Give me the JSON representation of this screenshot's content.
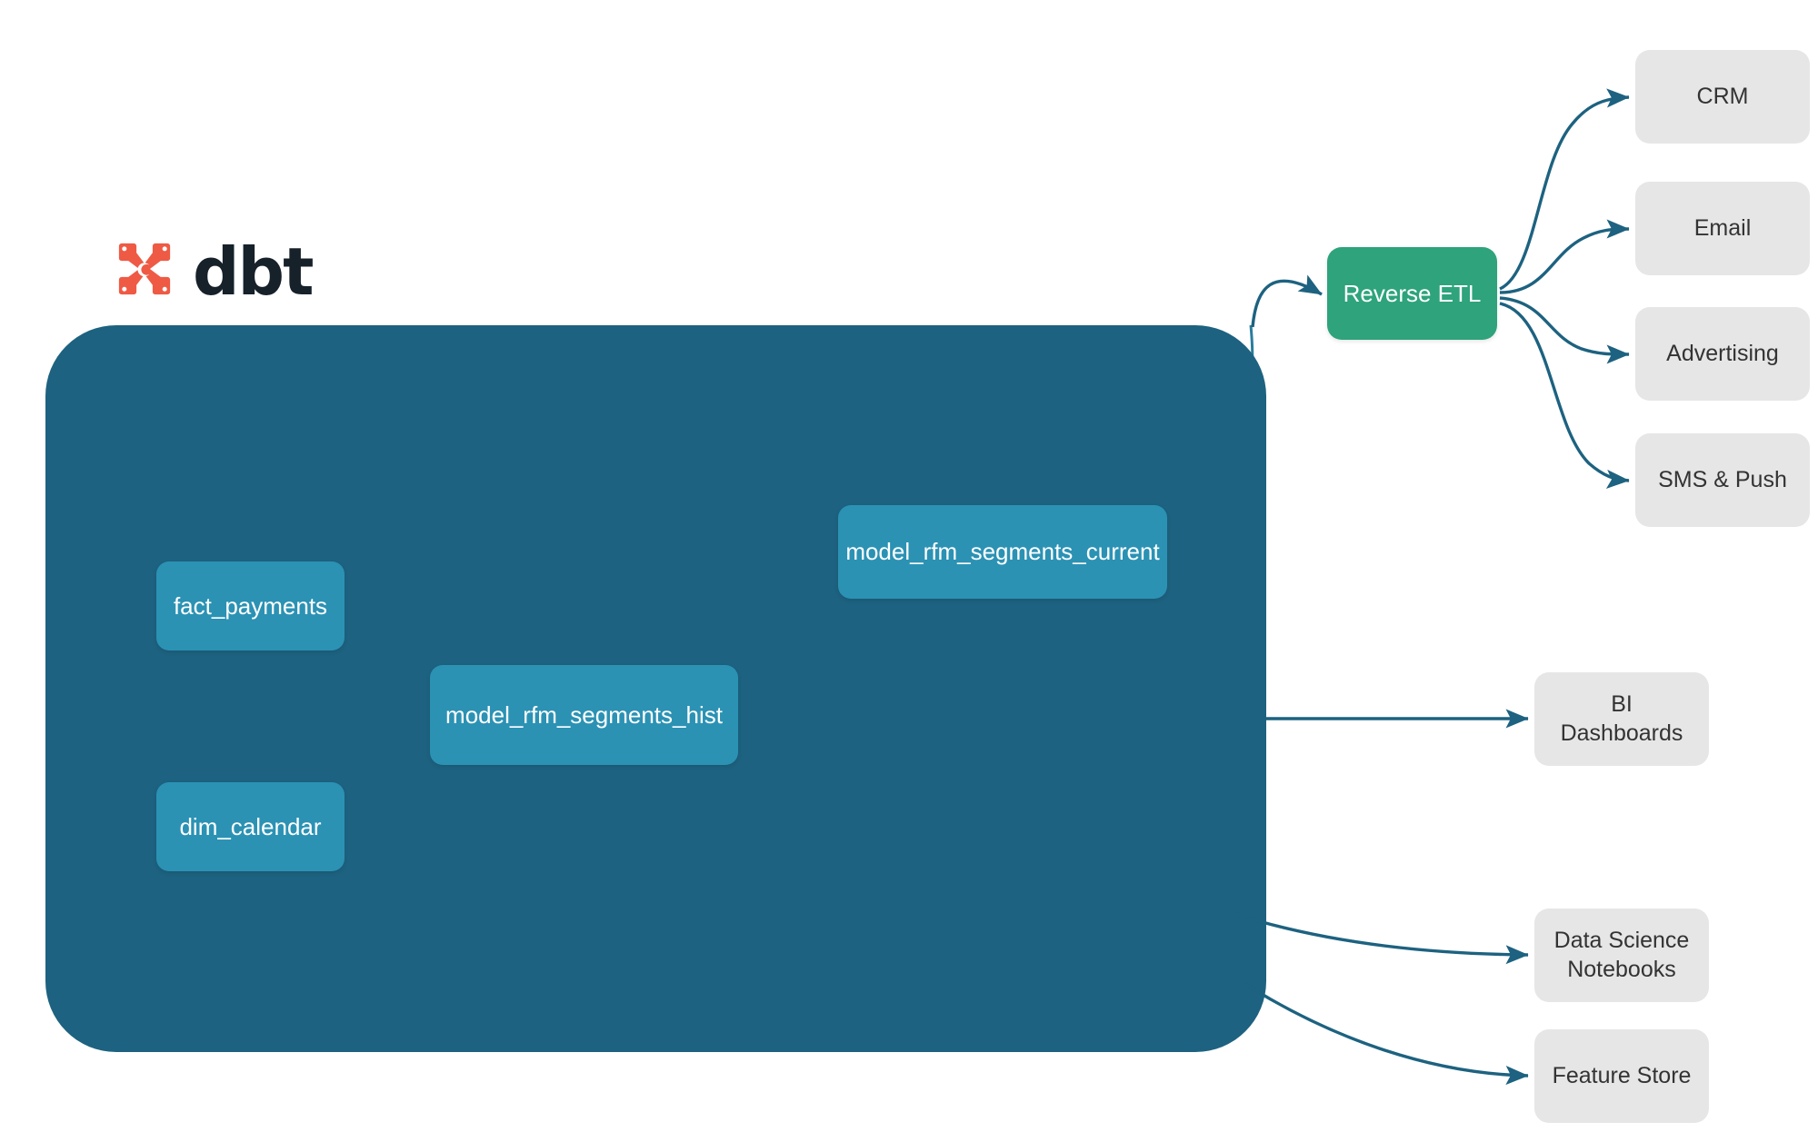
{
  "diagram": {
    "title": "dbt RFM segments lineage and activation",
    "background_color": "#ffffff"
  },
  "brand": {
    "name": "dbt",
    "logo_icon": "dbt-logo-icon",
    "logo_color": "#ef5a45",
    "wordmark_color": "#16212a"
  },
  "warehouse": {
    "label": "dbt project container",
    "fill_color": "#1d6280"
  },
  "colors": {
    "model_node": "#2b92b4",
    "reverse_etl_node": "#2ea37c",
    "destination_node": "#e6e6e6",
    "outer_edge": "#1d6280",
    "inner_edge": "#56b0c9",
    "node_text": "#ffffff",
    "destination_text": "#333333"
  },
  "models": {
    "sources": [
      {
        "id": "fact_payments",
        "label": "fact_payments"
      },
      {
        "id": "dim_calendar",
        "label": "dim_calendar"
      }
    ],
    "transforms": [
      {
        "id": "model_rfm_segments_hist",
        "label": "model_rfm_segments_hist"
      },
      {
        "id": "model_rfm_segments_current",
        "label": "model_rfm_segments_current"
      }
    ]
  },
  "activation": {
    "reverse_etl": {
      "id": "reverse_etl",
      "label": "Reverse ETL"
    }
  },
  "destinations": {
    "reverse_etl_targets": [
      {
        "id": "crm",
        "label": "CRM"
      },
      {
        "id": "email",
        "label": "Email"
      },
      {
        "id": "advertising",
        "label": "Advertising"
      },
      {
        "id": "sms_push",
        "label": "SMS & Push"
      }
    ],
    "direct_targets": [
      {
        "id": "bi_dashboards",
        "label": "BI Dashboards"
      },
      {
        "id": "ds_notebooks",
        "label": "Data Science\nNotebooks",
        "line1": "Data Science",
        "line2": "Notebooks"
      },
      {
        "id": "feature_store",
        "label": "Feature Store"
      }
    ]
  },
  "edges": [
    {
      "from": "fact_payments",
      "to": "model_rfm_segments_hist",
      "style": "inner"
    },
    {
      "from": "dim_calendar",
      "to": "model_rfm_segments_hist",
      "style": "inner"
    },
    {
      "from": "model_rfm_segments_hist",
      "to": "model_rfm_segments_current",
      "style": "inner"
    },
    {
      "from": "model_rfm_segments_current",
      "to": "reverse_etl",
      "style": "outer"
    },
    {
      "from": "reverse_etl",
      "to": "crm",
      "style": "outer"
    },
    {
      "from": "reverse_etl",
      "to": "email",
      "style": "outer"
    },
    {
      "from": "reverse_etl",
      "to": "advertising",
      "style": "outer"
    },
    {
      "from": "reverse_etl",
      "to": "sms_push",
      "style": "outer"
    },
    {
      "from": "model_rfm_segments_hist",
      "to": "bi_dashboards",
      "style": "outer"
    },
    {
      "from": "model_rfm_segments_hist",
      "to": "ds_notebooks",
      "style": "outer"
    },
    {
      "from": "model_rfm_segments_hist",
      "to": "feature_store",
      "style": "outer"
    }
  ]
}
